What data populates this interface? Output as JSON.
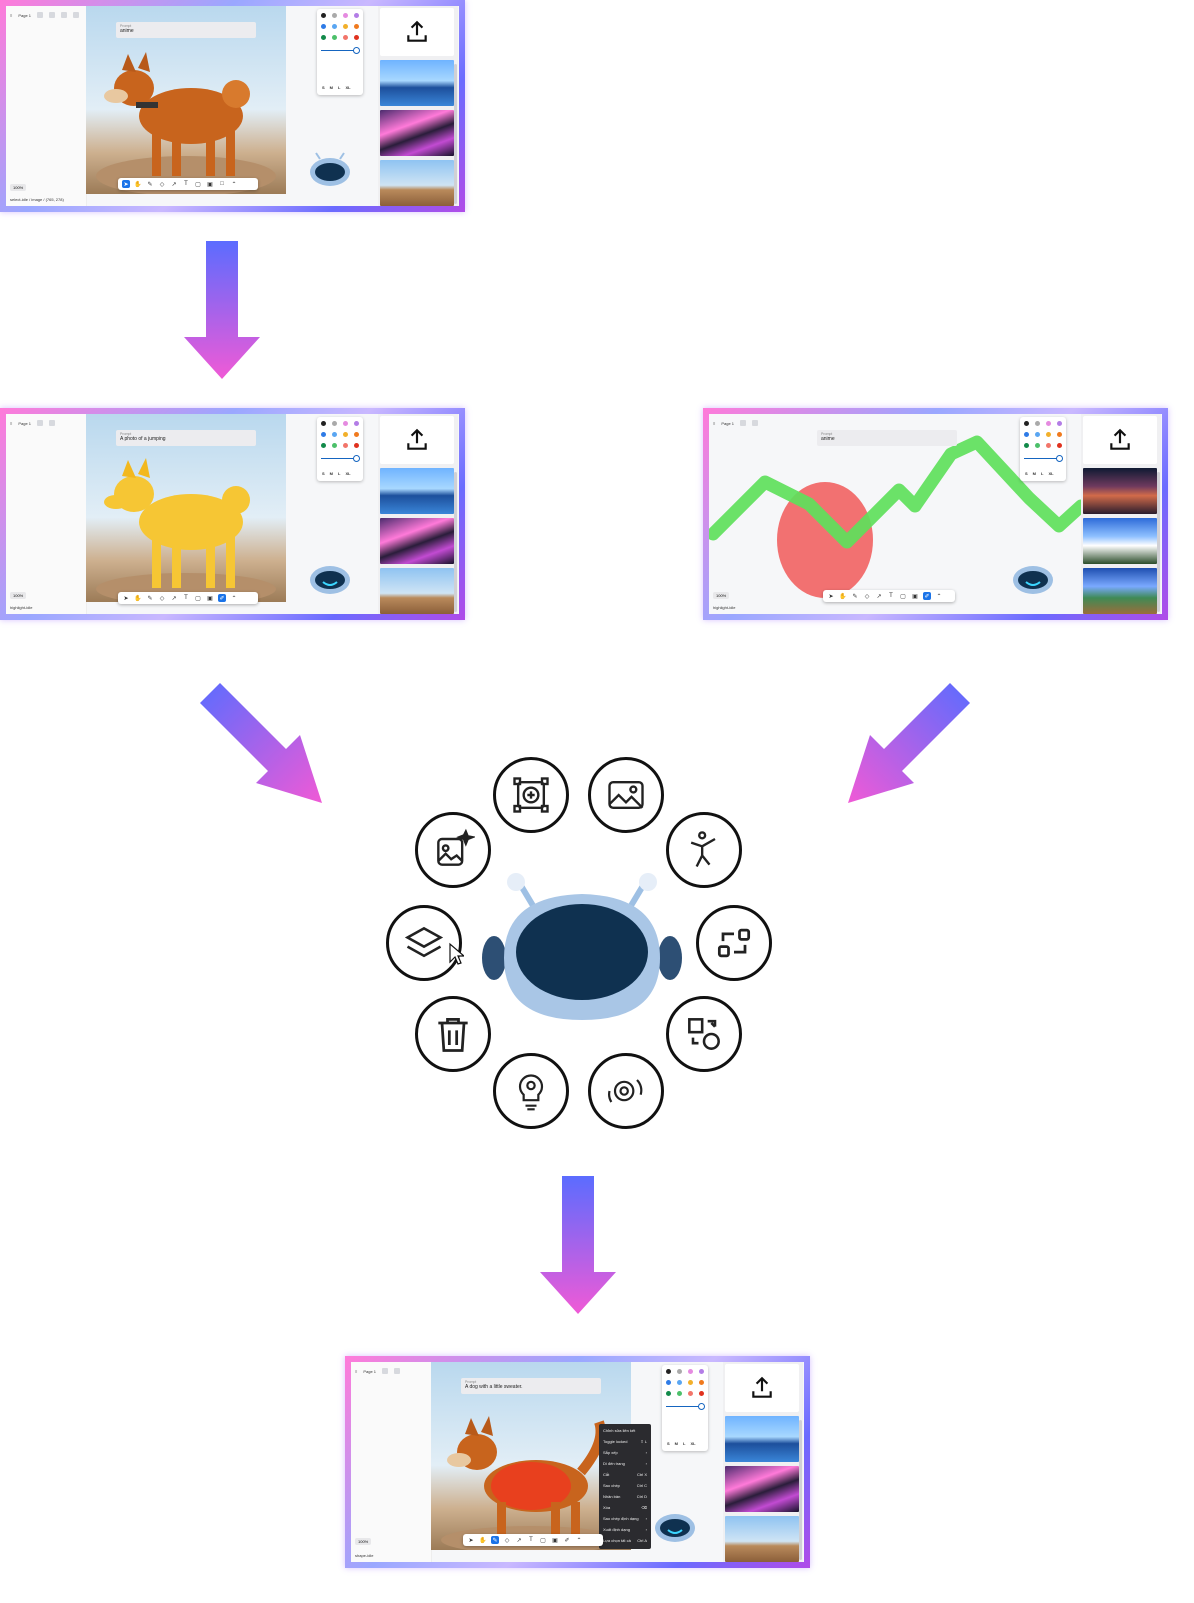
{
  "colors": {
    "accent": "#1a73e8",
    "arrow_top": "#5b6cff",
    "arrow_bottom": "#f05ad6",
    "robot_face": "#0f3150",
    "robot_body": "#9ec0e4"
  },
  "screen1": {
    "page": "Page 1",
    "prompt_label": "Prompt",
    "prompt_value": "anime",
    "zoom": "100%",
    "status": "select-idle / image / (765, 278)"
  },
  "screen2": {
    "page": "Page 1",
    "prompt_label": "Prompt",
    "prompt_value": "A photo of a jumping",
    "zoom": "100%",
    "status": "highlight-idle"
  },
  "screen3": {
    "page": "Page 1",
    "prompt_label": "Prompt",
    "prompt_value": "anime",
    "zoom": "100%",
    "status": "highlight-idle"
  },
  "screen4": {
    "page": "Page 1",
    "prompt_label": "Prompt",
    "prompt_value": "A dog with a little sweater.",
    "zoom": "100%",
    "status": "shape-idle",
    "context_menu": [
      {
        "label": "Chỉnh sửa liên kết",
        "shortcut": ""
      },
      {
        "label": "Toggle locked",
        "shortcut": "⇧ L"
      },
      {
        "label": "Sắp xếp",
        "shortcut": "›"
      },
      {
        "label": "Di đến trang",
        "shortcut": "›"
      },
      {
        "label": "Cắt",
        "shortcut": "Ctrl X"
      },
      {
        "label": "Sao chép",
        "shortcut": "Ctrl C"
      },
      {
        "label": "Nhân bản",
        "shortcut": "Ctrl D"
      },
      {
        "label": "Xóa",
        "shortcut": "⌫"
      },
      {
        "label": "Sao chép định dạng",
        "shortcut": "›"
      },
      {
        "label": "Xuất định dạng",
        "shortcut": "›"
      },
      {
        "label": "Lựa chọn tất cả",
        "shortcut": "Ctrl A"
      }
    ]
  },
  "palette": {
    "sizes": [
      "S",
      "M",
      "L",
      "XL"
    ]
  },
  "icons": [
    "ai-enhance-icon",
    "image-icon",
    "pose-icon",
    "convert-icon",
    "shape-transform-icon",
    "idea-settings-icon",
    "lightbulb-gear-icon",
    "trash-icon",
    "layers-icon",
    "ai-image-icon"
  ]
}
